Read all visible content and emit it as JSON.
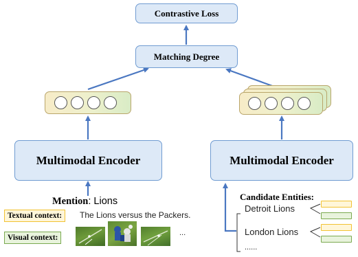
{
  "top": {
    "contrastive_loss": "Contrastive Loss",
    "matching_degree": "Matching Degree"
  },
  "left_encoder": {
    "label": "Multimodal Encoder"
  },
  "right_encoder": {
    "label": "Multimodal Encoder"
  },
  "mention": {
    "prefix": "Mention",
    "colon_value": ": Lions",
    "textual_label": "Textual context:",
    "textual_value": "The Lions versus the Packers.",
    "visual_label": "Visual context:",
    "ellipsis": "..."
  },
  "candidates": {
    "title": "Candidate Entities:",
    "items": [
      "Detroit Lions",
      "London Lions",
      "......"
    ]
  },
  "colors": {
    "arrow": "#4a77c1",
    "box_fill": "#dde9f7",
    "box_border": "#6f9bd1",
    "textual_border": "#f2c232",
    "visual_border": "#7aa94f"
  }
}
